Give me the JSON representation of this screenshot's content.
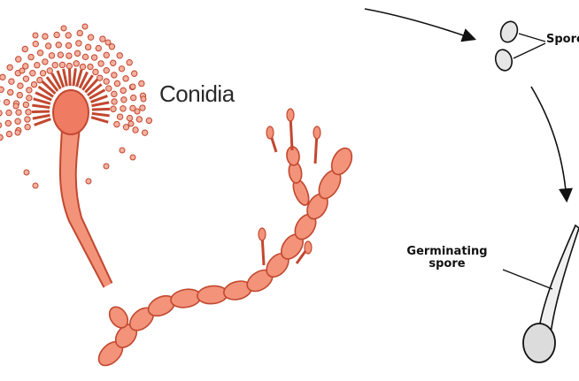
{
  "labels": {
    "conidia": "Conidia",
    "spores": "Spores",
    "germinating_line1": "Germinating",
    "germinating_line2": "spore"
  },
  "colors": {
    "hypha_fill": "#f2937a",
    "hypha_stroke": "#c2482f",
    "vesicle_fill": "#ee7b62",
    "conidia_fill": "#f4b0a0",
    "ink": "#111111",
    "background": "#ffffff"
  }
}
